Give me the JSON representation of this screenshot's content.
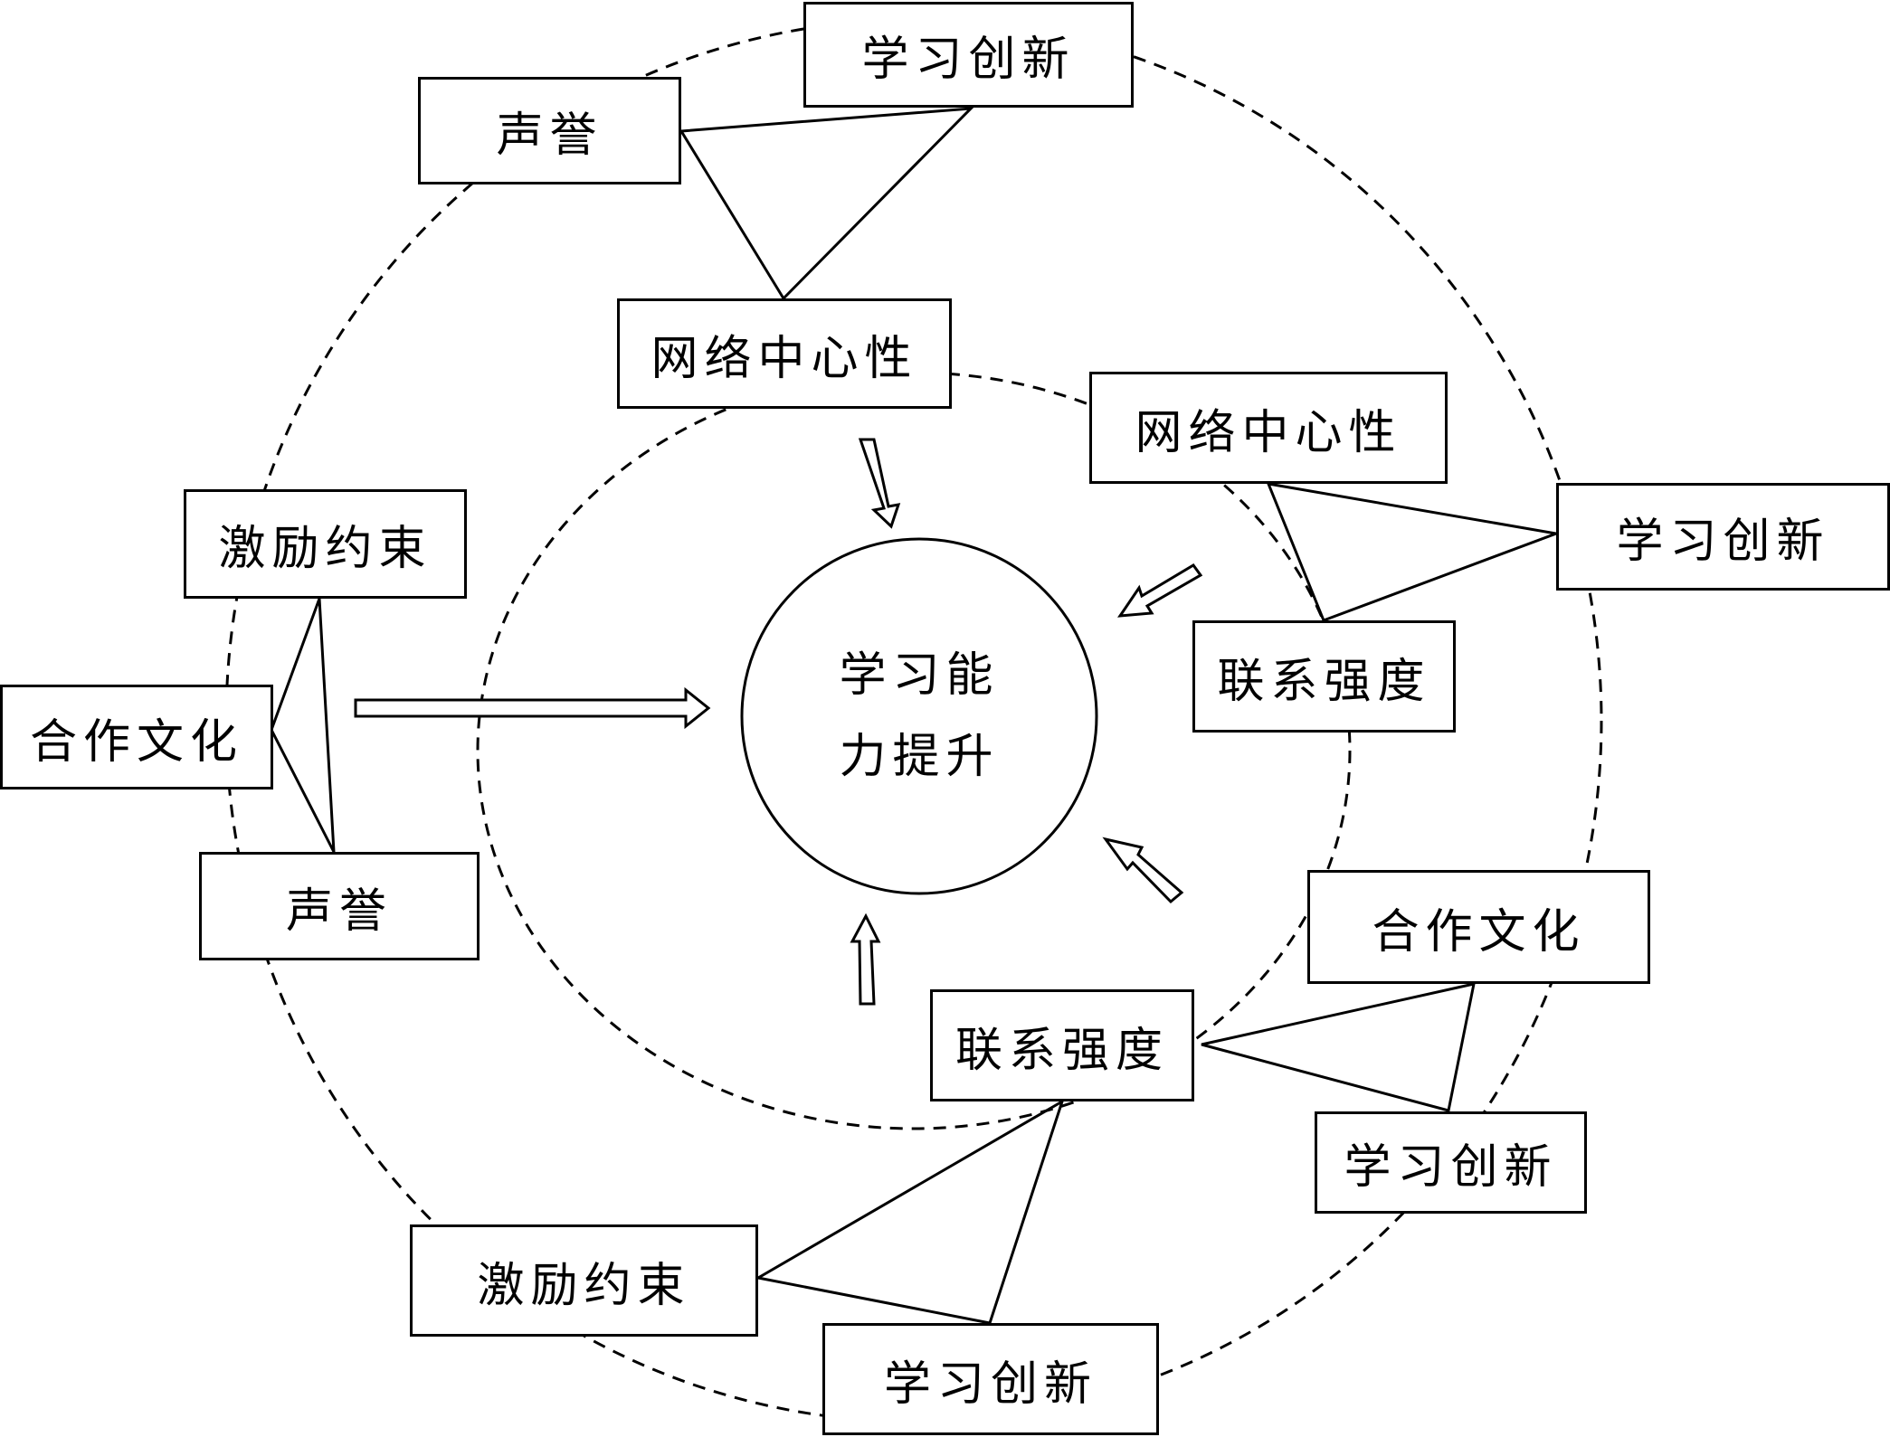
{
  "center": {
    "line1": "学习能",
    "line2": "力提升"
  },
  "labels": {
    "top_learning": "学习创新",
    "top_reputation": "声誉",
    "top_centrality": "网络中心性",
    "right_centrality": "网络中心性",
    "right_learning": "学习创新",
    "right_tie_strength": "联系强度",
    "left_incentive": "激励约束",
    "left_culture": "合作文化",
    "left_reputation": "声誉",
    "br_culture": "合作文化",
    "br_tie_strength": "联系强度",
    "br_learning": "学习创新",
    "bottom_incentive": "激励约束",
    "bottom_learning": "学习创新"
  },
  "colors": {
    "line": "#000000",
    "background": "#ffffff"
  }
}
